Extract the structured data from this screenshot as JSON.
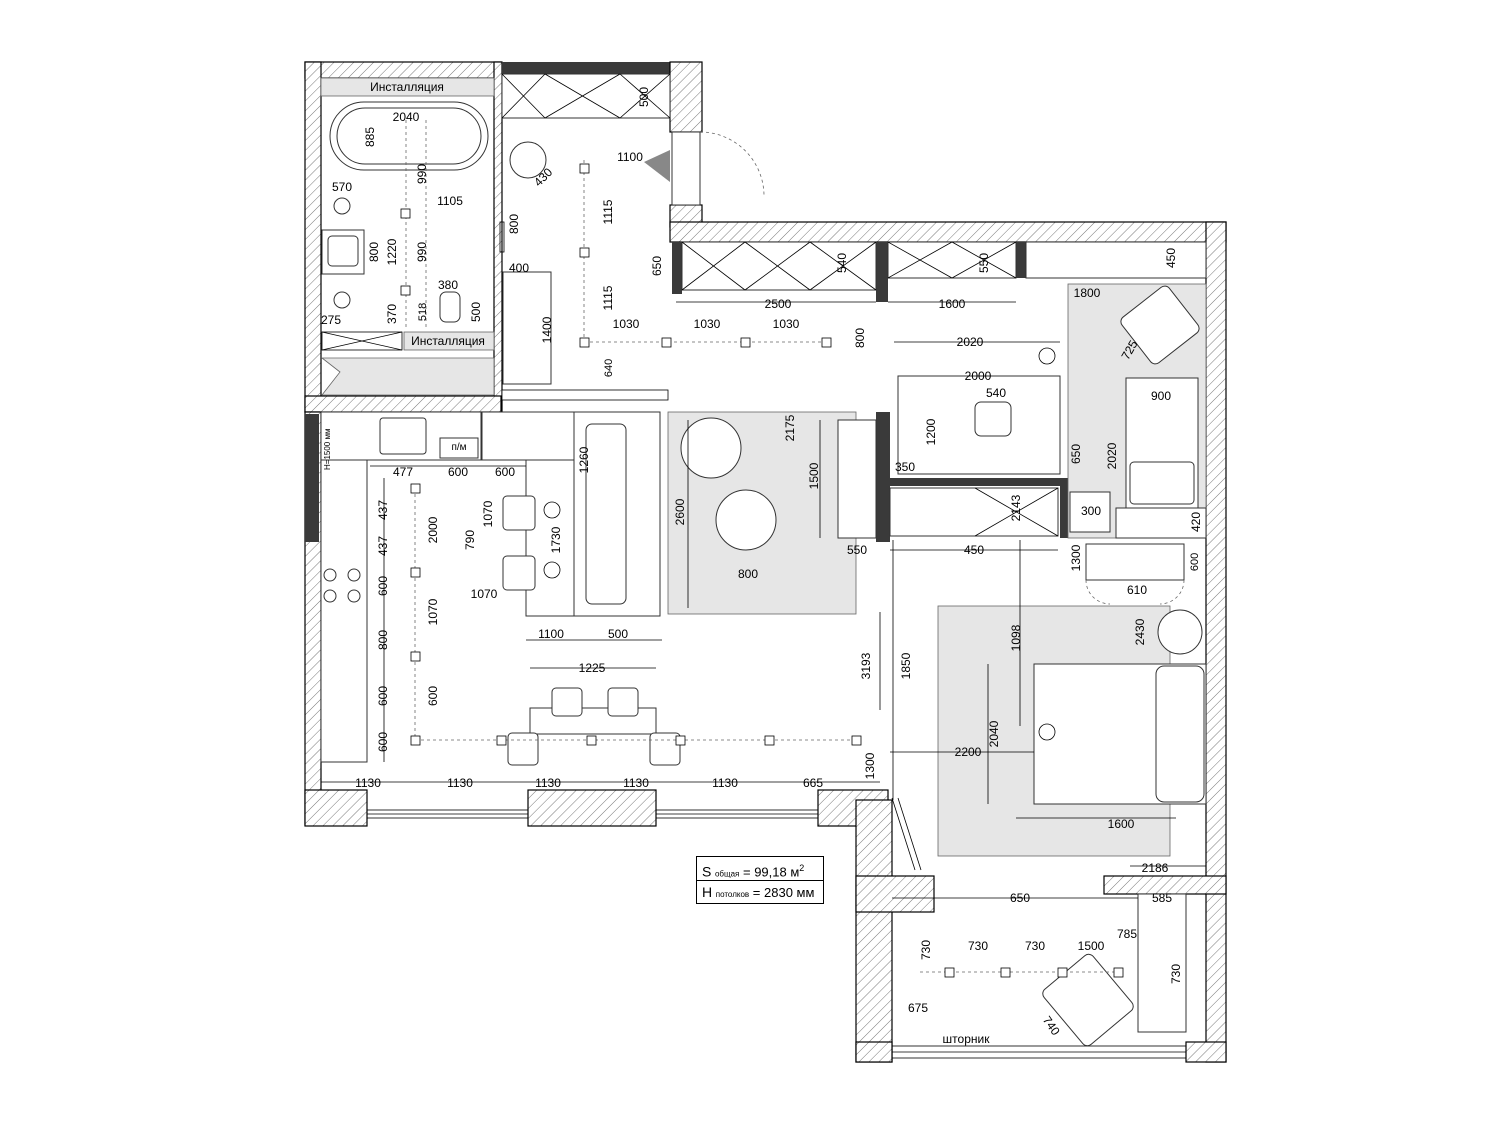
{
  "labels": {
    "installation_top": "Инсталляция",
    "installation_bottom": "Инсталляция",
    "pm": "п/м",
    "height_note": "Н=1500 мм",
    "curtain": "шторник"
  },
  "area": {
    "s_letter": "S",
    "s_sub": "общая",
    "s_value": "= 99,18 м",
    "s_exp": "2",
    "h_letter": "Н",
    "h_sub": "потолков",
    "h_value": "= 2830 мм"
  },
  "dims": [
    "2040",
    "885",
    "990",
    "1105",
    "570",
    "800",
    "1220",
    "990",
    "380",
    "518",
    "500",
    "370",
    "275",
    "500",
    "430",
    "1100",
    "1115",
    "800",
    "1115",
    "400",
    "1400",
    "650",
    "2500",
    "540",
    "1600",
    "550",
    "450",
    "1800",
    "725",
    "1030",
    "1030",
    "1030",
    "640",
    "800",
    "2020",
    "2000",
    "540",
    "1200",
    "900",
    "2020",
    "650",
    "350",
    "2175",
    "1260",
    "2600",
    "1500",
    "800",
    "600",
    "600",
    "437",
    "437",
    "600",
    "800",
    "600",
    "600",
    "477",
    "1070",
    "2000",
    "790",
    "1730",
    "1070",
    "1070",
    "600",
    "1100",
    "500",
    "550",
    "2143",
    "450",
    "300",
    "420",
    "1300",
    "610",
    "600",
    "2430",
    "1098",
    "3193",
    "1850",
    "2040",
    "2200",
    "1600",
    "1225",
    "1130",
    "1130",
    "1130",
    "1130",
    "1130",
    "665",
    "1300",
    "2186",
    "650",
    "585",
    "785",
    "730",
    "730",
    "730",
    "1500",
    "730",
    "675",
    "740"
  ]
}
